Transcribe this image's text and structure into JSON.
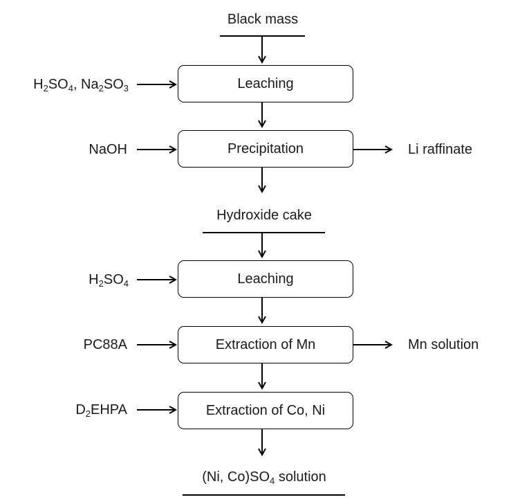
{
  "materials": {
    "black_mass": "Black mass",
    "hydroxide_cake": "Hydroxide cake",
    "product": {
      "pre": "(Ni, Co)SO",
      "sub": "4",
      "post": " solution"
    }
  },
  "steps": {
    "leaching_1": "Leaching",
    "precipitation": "Precipitation",
    "leaching_2": "Leaching",
    "extraction_mn": "Extraction of Mn",
    "extraction_co_ni": "Extraction of Co, Ni"
  },
  "inputs": {
    "acid_mix": {
      "p1": "H",
      "s1": "2",
      "p2": "SO",
      "s2": "4",
      "p3": ", Na",
      "s3": "2",
      "p4": "SO",
      "s4": "3"
    },
    "naoh": "NaOH",
    "acid": {
      "p1": "H",
      "s1": "2",
      "p2": "SO",
      "s2": "4"
    },
    "pc88a": "PC88A",
    "d2ehpa": {
      "p1": "D",
      "s1": "2",
      "p2": "EHPA"
    }
  },
  "outputs": {
    "li_raffinate": "Li raffinate",
    "mn_solution": "Mn solution"
  }
}
